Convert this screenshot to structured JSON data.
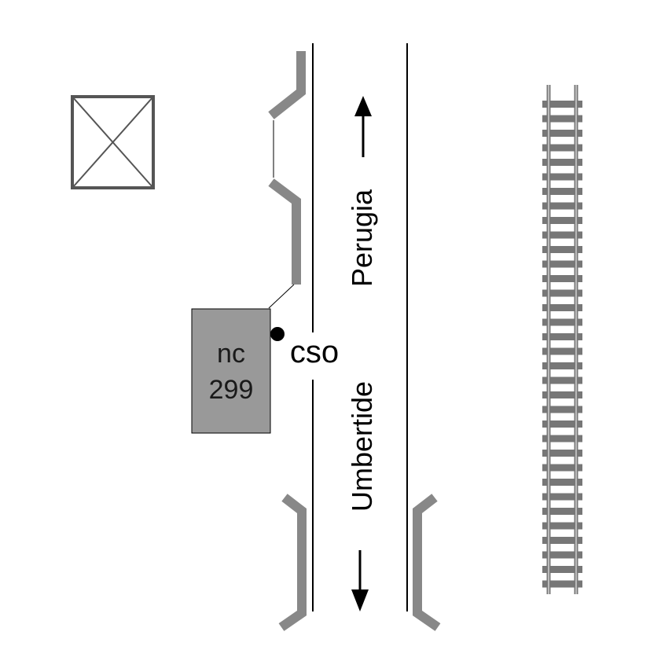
{
  "building": {
    "prefix": "nc",
    "number": "299"
  },
  "point": {
    "label": "cso"
  },
  "road": {
    "direction_north": "Perugia",
    "direction_south": "Umbertide"
  },
  "colors": {
    "building_fill": "#999999",
    "sidewalk": "#888888",
    "rail": "#777777",
    "line": "#000000",
    "cross_box": "#555555"
  },
  "icons": {
    "landmark": "crossed-box-icon",
    "north_arrow": "arrow-up-icon",
    "south_arrow": "arrow-down-icon",
    "railway": "railway-track-icon"
  }
}
